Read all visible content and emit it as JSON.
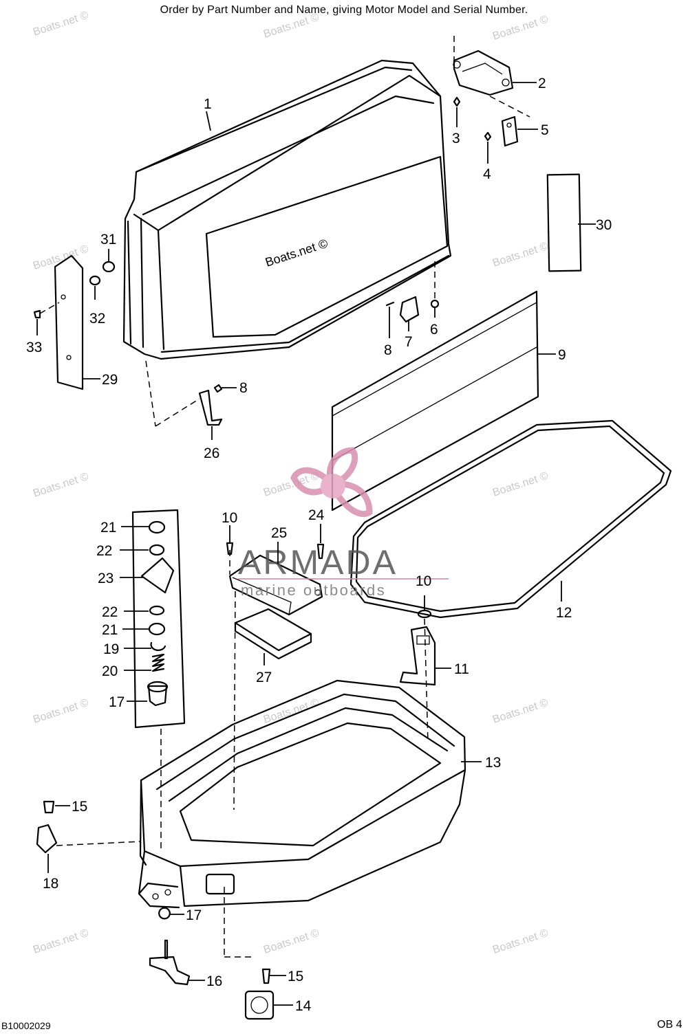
{
  "header": {
    "text": "Order by Part Number and Name, giving Motor Model and Serial Number."
  },
  "footer": {
    "left_code": "B10002029",
    "right_code": "OB 4"
  },
  "watermark": {
    "text": "Boats.net ©",
    "color": "#c9c9c9"
  },
  "logo": {
    "name": "ARMADA",
    "tagline": "marine outboards",
    "accent_color": "#d98fb0"
  },
  "callouts": {
    "c1": "1",
    "c2": "2",
    "c3": "3",
    "c4": "4",
    "c5": "5",
    "c6": "6",
    "c7": "7",
    "c8a": "8",
    "c8b": "8",
    "c9": "9",
    "c10a": "10",
    "c10b": "10",
    "c11": "11",
    "c12": "12",
    "c13": "13",
    "c14": "14",
    "c15a": "15",
    "c15b": "15",
    "c16": "16",
    "c17a": "17",
    "c17b": "17",
    "c18": "18",
    "c19": "19",
    "c20": "20",
    "c21a": "21",
    "c21b": "21",
    "c22a": "22",
    "c22b": "22",
    "c23": "23",
    "c24": "24",
    "c25": "25",
    "c26": "26",
    "c27": "27",
    "c29": "29",
    "c30": "30",
    "c31": "31",
    "c32": "32",
    "c33": "33"
  }
}
